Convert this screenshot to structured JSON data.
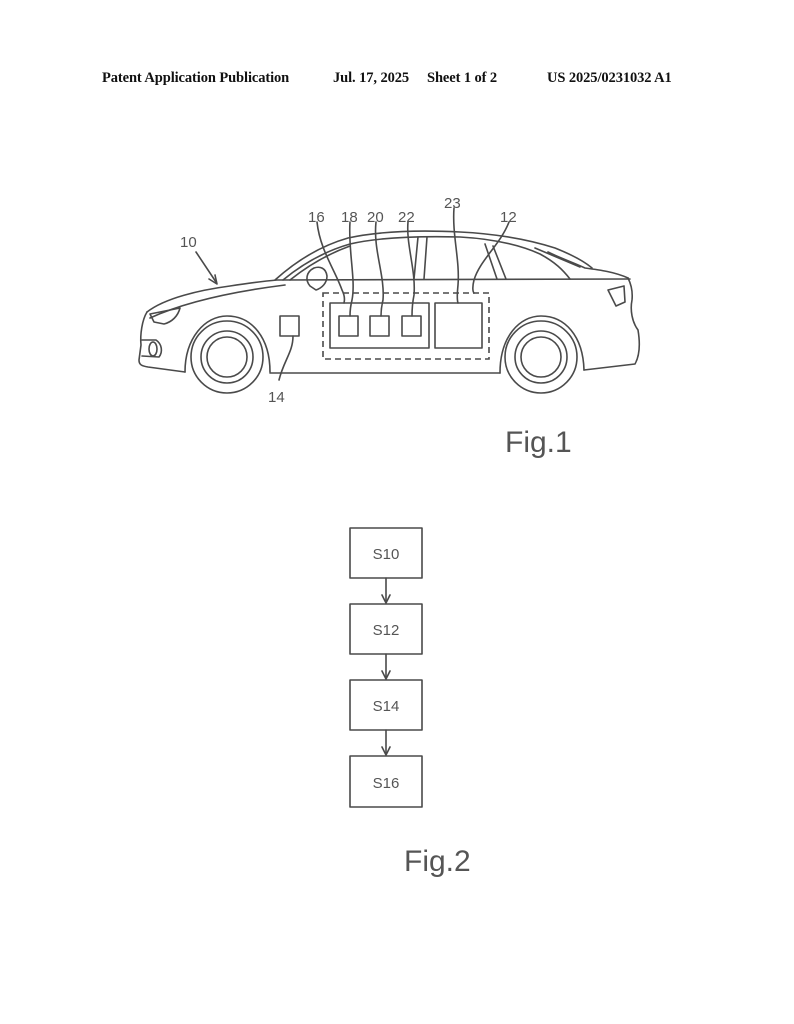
{
  "header": {
    "publication_type": "Patent Application Publication",
    "date": "Jul. 17, 2025",
    "sheet": "Sheet 1 of 2",
    "publication_number": "US 2025/0231032 A1"
  },
  "figure1": {
    "caption": "Fig.1",
    "reference_numerals": {
      "vehicle": "10",
      "system": "12",
      "sensor": "14",
      "control_unit": "16",
      "module_a": "18",
      "module_b": "20",
      "module_c": "22",
      "unit": "23"
    }
  },
  "figure2": {
    "caption": "Fig.2",
    "steps": [
      "S10",
      "S12",
      "S14",
      "S16"
    ]
  }
}
